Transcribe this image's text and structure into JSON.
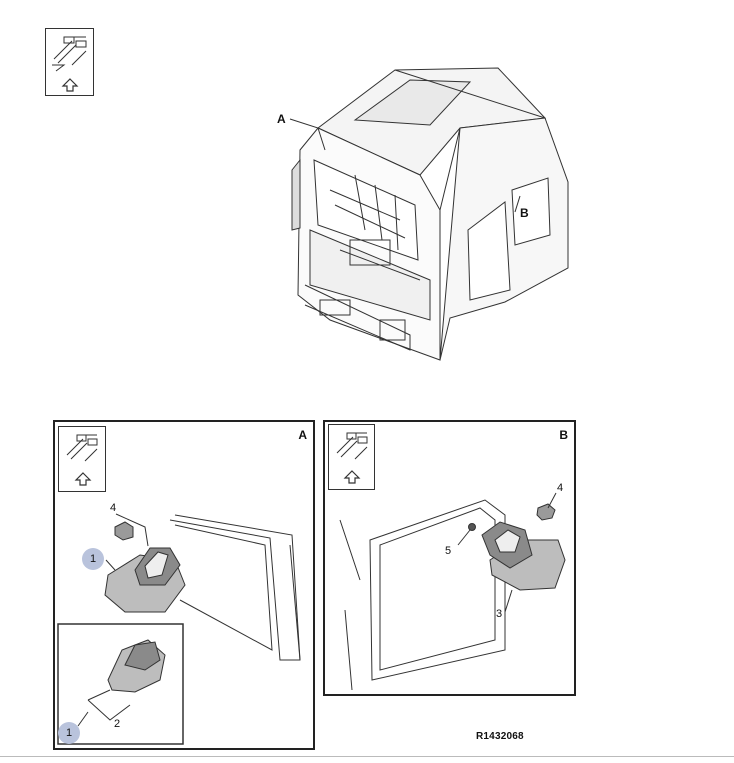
{
  "main_view": {
    "label_a": "A",
    "label_b": "B"
  },
  "detail_a": {
    "corner_label": "A",
    "callouts": {
      "c1": "1",
      "c4": "4"
    },
    "inset": {
      "c1": "1",
      "c2": "2"
    }
  },
  "detail_b": {
    "corner_label": "B",
    "callouts": {
      "c3": "3",
      "c4": "4",
      "c5": "5"
    }
  },
  "reference": "R1432068",
  "icons": [
    "orientation-icon",
    "up-arrow-icon",
    "cab-illustration",
    "mirror-illustration"
  ]
}
